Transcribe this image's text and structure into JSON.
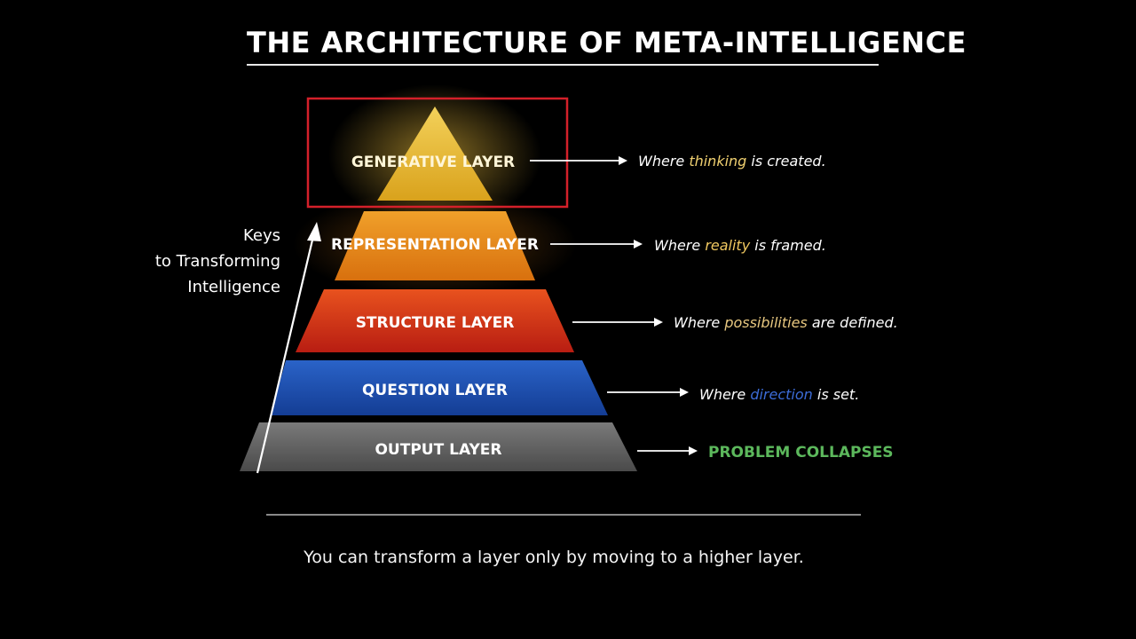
{
  "title": "THE ARCHITECTURE OF META-INTELLIGENCE",
  "keys_label": {
    "line1": "Keys",
    "line2": "to Transforming",
    "line3": "Intelligence"
  },
  "layers": [
    {
      "name": "GENERATIVE LAYER",
      "desc_before": "Where ",
      "desc_highlight": "thinking",
      "desc_after": " is created.",
      "highlight_color": "#f0d070",
      "color": "#e8b52a",
      "highlighted_box": true
    },
    {
      "name": "REPRESENTATION LAYER",
      "desc_before": "Where ",
      "desc_highlight": "reality",
      "desc_after": " is framed.",
      "highlight_color": "#f0c860",
      "color": "#e88a1a"
    },
    {
      "name": "STRUCTURE LAYER",
      "desc_before": "Where ",
      "desc_highlight": "possibilities",
      "desc_after": " are defined.",
      "highlight_color": "#e8c880",
      "color": "#d8361a"
    },
    {
      "name": "QUESTION LAYER",
      "desc_before": "Where ",
      "desc_highlight": "direction",
      "desc_after": " is set.",
      "highlight_color": "#3c6cd8",
      "color": "#1e4fb0"
    },
    {
      "name": "OUTPUT LAYER",
      "result": "PROBLEM COLLAPSES",
      "result_color": "#5cb85c",
      "color": "#6a6a6a"
    }
  ],
  "highlight_box_color": "#d4202a",
  "footer": "You can transform a layer only by moving to a higher layer."
}
